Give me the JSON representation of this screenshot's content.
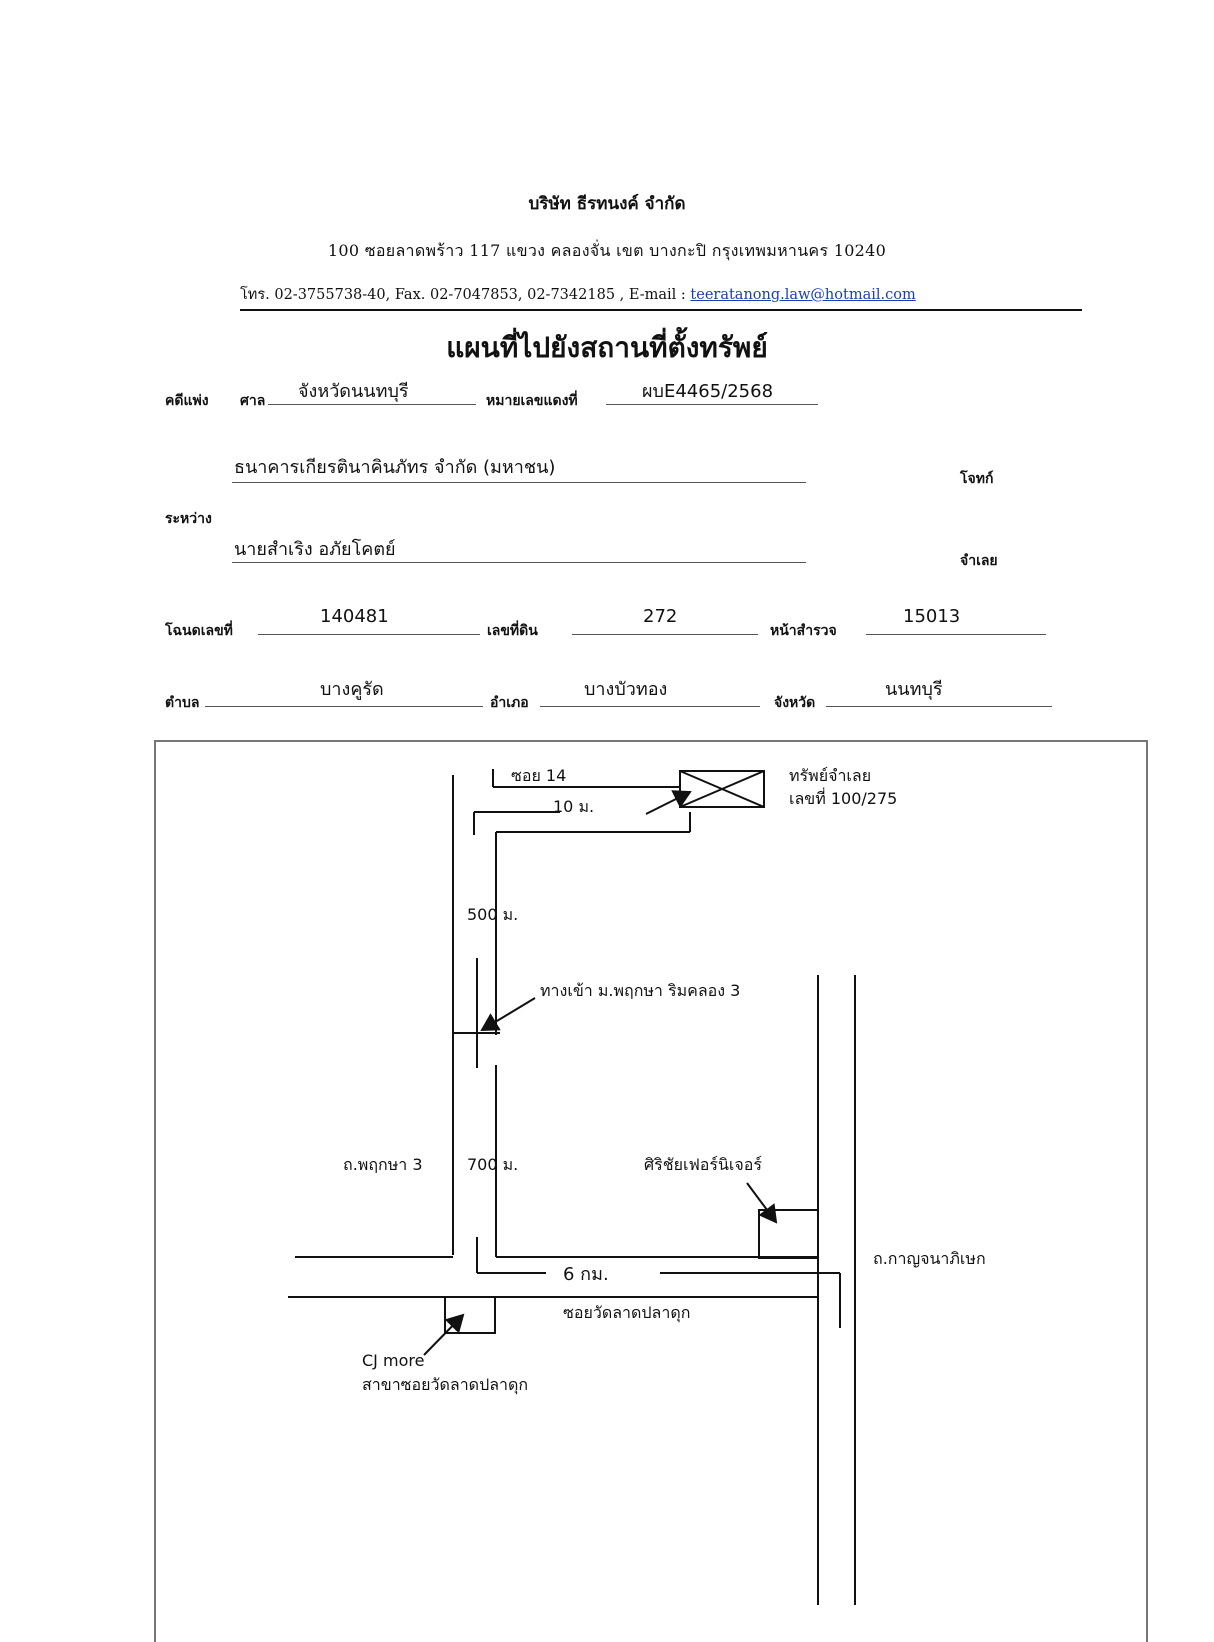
{
  "header": {
    "company": "บริษัท ธีรทนงค์ จำกัด",
    "address": "100  ซอยลาดพร้าว 117  แขวง คลองจั่น  เขต บางกะปิ  กรุงเทพมหานคร  10240",
    "contact_prefix": "โทร. 02-3755738-40, Fax.  02-7047853, 02-7342185 , E-mail : ",
    "email": "teeratanong.law@hotmail.com"
  },
  "title": "แผนที่ไปยังสถานที่ตั้งทรัพย์",
  "case": {
    "label_civil": "คดีแพ่ง",
    "label_court": "ศาล",
    "court": "จังหวัดนนทบุรี",
    "label_black_no": "หมายเลขแดงที่",
    "black_no": "ผบE4465/2568",
    "plaintiff": "ธนาคารเกียรตินาคินภัทร จำกัด (มหาชน)",
    "label_plaintiff": "โจทก์",
    "label_between": "ระหว่าง",
    "defendant": "นายสำเริง อภัยโคตย์",
    "label_defendant": "จำเลย"
  },
  "land": {
    "label_deed": "โฉนดเลขที่",
    "deed_no": "140481",
    "label_land_no": "เลขที่ดิน",
    "land_no": "272",
    "label_survey": "หน้าสำรวจ",
    "survey_no": "15013",
    "label_subdistrict": "ตำบล",
    "subdistrict": "บางคูรัด",
    "label_district": "อำเภอ",
    "district": "บางบัวทอง",
    "label_province": "จังหวัด",
    "province": "นนทบุรี"
  },
  "map": {
    "soi14": "ซอย 14",
    "dist_10m": "10 ม.",
    "property_line1": "ทรัพย์จำเลย",
    "property_line2": "เลขที่ 100/275",
    "dist_500m": "500 ม.",
    "village_entrance": "ทางเข้า ม.พฤกษา ริมคลอง 3",
    "road_pruksa": "ถ.พฤกษา 3",
    "dist_700m": "700 ม.",
    "furniture_shop": "ศิริชัยเฟอร์นิเจอร์",
    "dist_6km": "6 กม.",
    "road_kanchana": "ถ.กาญจนาภิเษก",
    "soi_wat": "ซอยวัดลาดปลาดุก",
    "cj_line1": "CJ more",
    "cj_line2": "สาขาซอยวัดลาดปลาดุก"
  }
}
